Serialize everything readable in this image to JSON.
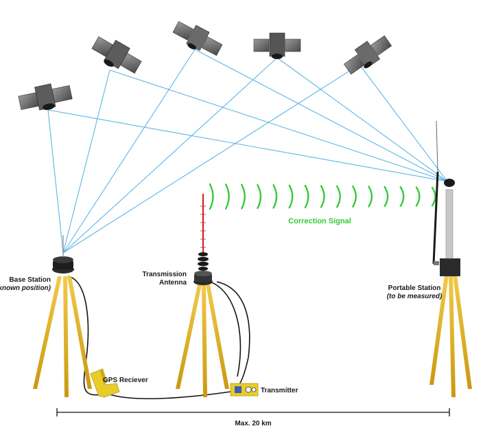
{
  "labels": {
    "base_station": "Base Station",
    "base_station_note": "(known position)",
    "transmission_antenna_line1": "Transmission",
    "transmission_antenna_line2": "Antenna",
    "portable_station": "Portable Station",
    "portable_station_note": "(to be measured)",
    "correction_signal": "Correction Signal",
    "gps_receiver": "GPS Reciever",
    "transmitter": "Transmitter",
    "distance": "Max. 20 km"
  },
  "colors": {
    "signal_line": "#5ab6e6",
    "correction_wave": "#33cc33",
    "tripod_leg": "#e8b21a",
    "receiver_box": "#e8cc2a",
    "antenna_red": "#cc1e1e"
  },
  "satellites": [
    {
      "name": "satellite-1"
    },
    {
      "name": "satellite-2"
    },
    {
      "name": "satellite-3"
    },
    {
      "name": "satellite-4"
    },
    {
      "name": "satellite-5"
    }
  ]
}
